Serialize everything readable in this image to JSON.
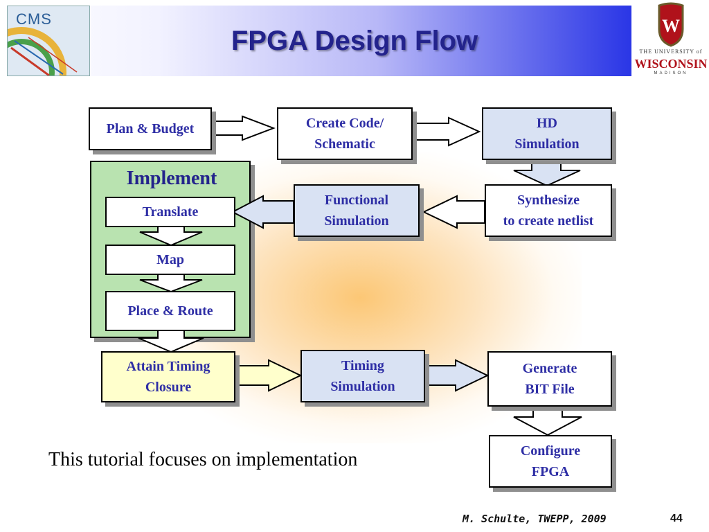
{
  "slide": {
    "title": "FPGA Design Flow",
    "caption": "This tutorial focuses on implementation",
    "footer": "M. Schulte, TWEPP, 2009",
    "page_number": "44"
  },
  "logos": {
    "left": "CMS",
    "right_line1": "THE UNIVERSITY of",
    "right_line2": "WISCONSIN",
    "right_line3": "MADISON"
  },
  "flow": {
    "plan": "Plan & Budget",
    "create_line1": "Create Code/",
    "create_line2": "Schematic",
    "hd_line1": "HD",
    "hd_line2": "Simulation",
    "implement": "Implement",
    "translate": "Translate",
    "map": "Map",
    "place_route": "Place & Route",
    "functional_line1": "Functional",
    "functional_line2": "Simulation",
    "synth_line1": "Synthesize",
    "synth_line2": "to create netlist",
    "timing_closure_line1": "Attain Timing",
    "timing_closure_line2": "Closure",
    "timing_sim_line1": "Timing",
    "timing_sim_line2": "Simulation",
    "bit_line1": "Generate",
    "bit_line2": "BIT File",
    "configure_line1": "Configure",
    "configure_line2": "FPGA"
  },
  "colors": {
    "title": "#23238c",
    "box_text": "#2e2ea5",
    "implement_fill": "#b9e3b0",
    "sim_fill": "#d9e2f3",
    "closure_fill": "#ffffcc",
    "glow": "#fcc46e"
  }
}
